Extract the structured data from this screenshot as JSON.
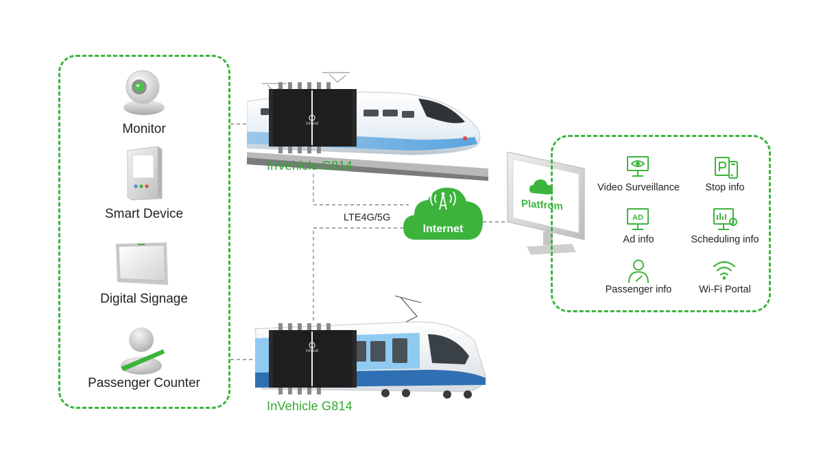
{
  "devices": [
    {
      "label": "Monitor",
      "icon": "dome-camera-icon"
    },
    {
      "label": "Smart Device",
      "icon": "smart-device-icon"
    },
    {
      "label": "Digital Signage",
      "icon": "digital-signage-icon"
    },
    {
      "label": "Passenger Counter",
      "icon": "passenger-counter-icon"
    }
  ],
  "gateways": [
    {
      "label": "InVehicle G814",
      "vehicle": "high-speed-train"
    },
    {
      "label": "InVehicle G814",
      "vehicle": "tram"
    }
  ],
  "gateway_brand": "inhand",
  "network": {
    "link_label": "LTE4G/5G",
    "cloud_label": "Internet"
  },
  "platform": {
    "label": "Platfrom"
  },
  "services": [
    {
      "label": "Video Surveillance",
      "icon": "video-surveillance-icon"
    },
    {
      "label": "Stop info",
      "icon": "stop-info-icon"
    },
    {
      "label": "Ad info",
      "icon": "ad-info-icon",
      "icon_text": "AD"
    },
    {
      "label": "Scheduling info",
      "icon": "scheduling-info-icon"
    },
    {
      "label": "Passenger info",
      "icon": "passenger-info-icon"
    },
    {
      "label": "Wi-Fi Portal",
      "icon": "wifi-portal-icon"
    }
  ],
  "colors": {
    "accent_green": "#3cb43c",
    "connector_gray": "#8a8a8a",
    "gateway_body": "#1e1e1e"
  }
}
